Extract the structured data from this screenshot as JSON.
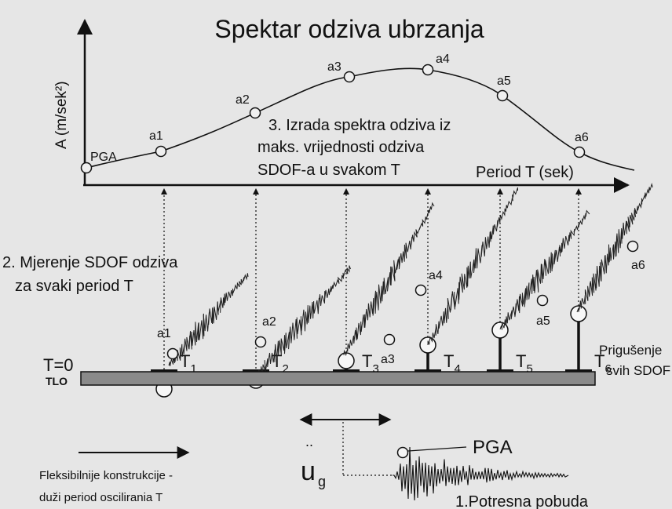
{
  "title": "Spektar odziva ubrzanja",
  "y_axis_label": "A (m/sek²)",
  "x_axis_label": "Period T (sek)",
  "step3_line1": "3. Izrada spektra odziva iz",
  "step3_line2": "maks. vrijednosti odziva",
  "step3_line3": "SDOF-a u svakom T",
  "step2_line1": "2. Mjerenje SDOF odziva",
  "step2_line2": "za svaki period T",
  "damping_line1": "Prigušenje",
  "damping_line2": "svih SDOF",
  "t_zero": "T=0",
  "ground_label": "TLO",
  "ground_motion_label": "u",
  "ground_motion_sub": "g",
  "ground_motion_dots": "..",
  "pga_label": "PGA",
  "step1_label": "1.Potresna pobuda",
  "flex_line1": "Fleksibilnije konstrukcije -",
  "flex_line2": "duži period oscilirania T",
  "curve_points": [
    {
      "label": "PGA"
    },
    {
      "label": "a1"
    },
    {
      "label": "a2"
    },
    {
      "label": "a3"
    },
    {
      "label": "a4"
    },
    {
      "label": "a5"
    },
    {
      "label": "a6"
    }
  ],
  "oscillators": [
    {
      "label": "T",
      "sub": "1",
      "response_label": "a1"
    },
    {
      "label": "T",
      "sub": "2",
      "response_label": "a2"
    },
    {
      "label": "T",
      "sub": "3",
      "response_label": "a3"
    },
    {
      "label": "T",
      "sub": "4",
      "response_label": "a4"
    },
    {
      "label": "T",
      "sub": "5",
      "response_label": "a5"
    },
    {
      "label": "T",
      "sub": "6",
      "response_label": "a6"
    }
  ]
}
